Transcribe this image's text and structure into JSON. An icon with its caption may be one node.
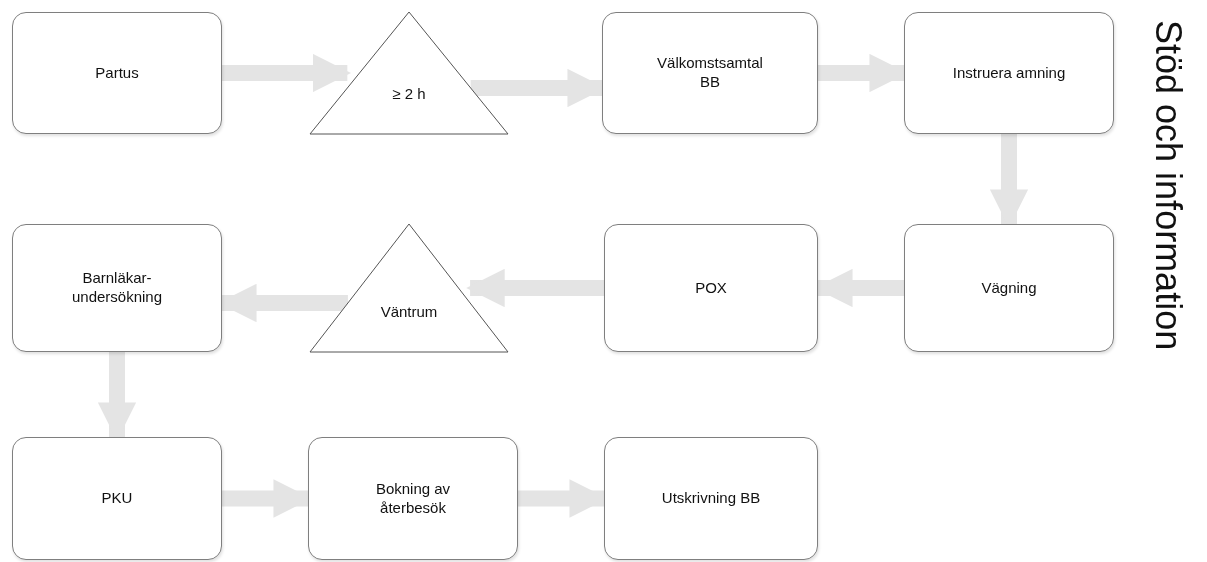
{
  "diagram": {
    "nodes": [
      {
        "text": [
          "Partus"
        ]
      },
      {
        "text": [
          "≥ 2 h"
        ]
      },
      {
        "text": [
          "Välkomstsamtal BB"
        ]
      },
      {
        "text": [
          "Instruera amning"
        ]
      },
      {
        "text": [
          "Vägning"
        ]
      },
      {
        "text": [
          "POX"
        ]
      },
      {
        "text": [
          "Väntrum"
        ]
      },
      {
        "text": [
          "Barnläkar- undersökning"
        ]
      },
      {
        "text": [
          "PKU"
        ]
      },
      {
        "text": [
          "Bokning av återbesök"
        ]
      },
      {
        "text": [
          "Utskrivning BB"
        ]
      }
    ],
    "edges": [
      {
        "from": 0,
        "to": 1,
        "arrow": "to"
      },
      {
        "from": 1,
        "to": 2,
        "arrow": "to"
      },
      {
        "from": 2,
        "to": 3,
        "arrow": "to"
      },
      {
        "from": 3,
        "to": 4,
        "arrow": "to"
      },
      {
        "from": 4,
        "to": 5,
        "arrow": "to"
      },
      {
        "from": 5,
        "to": 6,
        "arrow": "to"
      },
      {
        "from": 6,
        "to": 7,
        "arrow": "to"
      },
      {
        "from": 7,
        "to": 8,
        "arrow": "to"
      },
      {
        "from": 8,
        "to": 9,
        "arrow": "to"
      },
      {
        "from": 9,
        "to": 10,
        "arrow": "to"
      }
    ],
    "labels": [
      "Stöd och information"
    ]
  }
}
